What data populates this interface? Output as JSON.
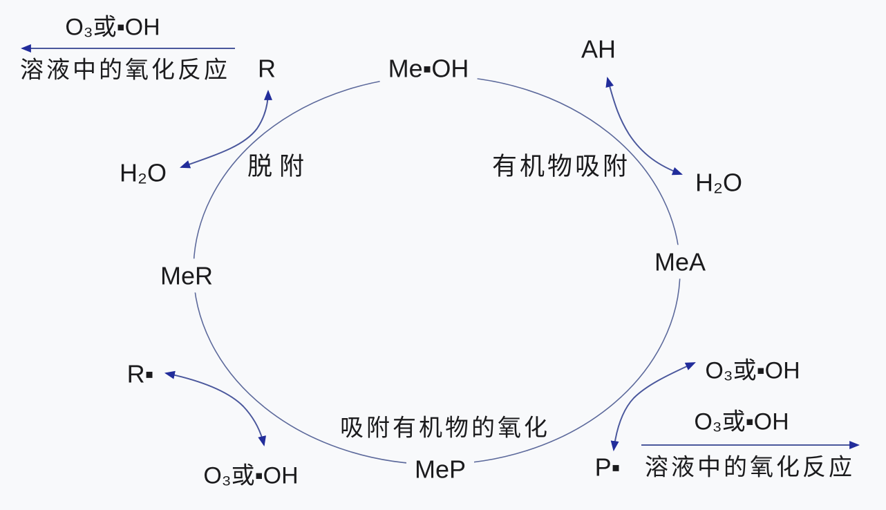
{
  "diagram_title": "catalytic-ozonation-surface-cycle",
  "nodes": {
    "top": "Me▪OH",
    "right": "MeA",
    "bottom": "MeP",
    "left": "MeR"
  },
  "processes": {
    "desorption": "脱附",
    "adsorption": "有机物吸附",
    "oxidation_of_adsorbed": "吸附有机物的氧化"
  },
  "species": {
    "r": "R",
    "ah": "AH",
    "h2o_left": "H₂O",
    "h2o_right": "H₂O",
    "r_radical": "R▪",
    "p_radical": "P▪",
    "o3_or_oh_left": "O₃或▪OH",
    "o3_or_oh_right": "O₃或▪OH"
  },
  "solution_reactions": {
    "top_left": {
      "reagent": "O₃或▪OH",
      "caption": "溶液中的氧化反应",
      "arrow_direction": "left"
    },
    "bottom_right": {
      "reagent": "O₃或▪OH",
      "caption": "溶液中的氧化反应",
      "arrow_direction": "right"
    }
  },
  "colors": {
    "background": "#f8f9fb",
    "text": "#1b1b1d",
    "ellipse_stroke": "#5c699b",
    "curve_stroke": "#4a579c",
    "arrow_head": "#222d9b"
  }
}
